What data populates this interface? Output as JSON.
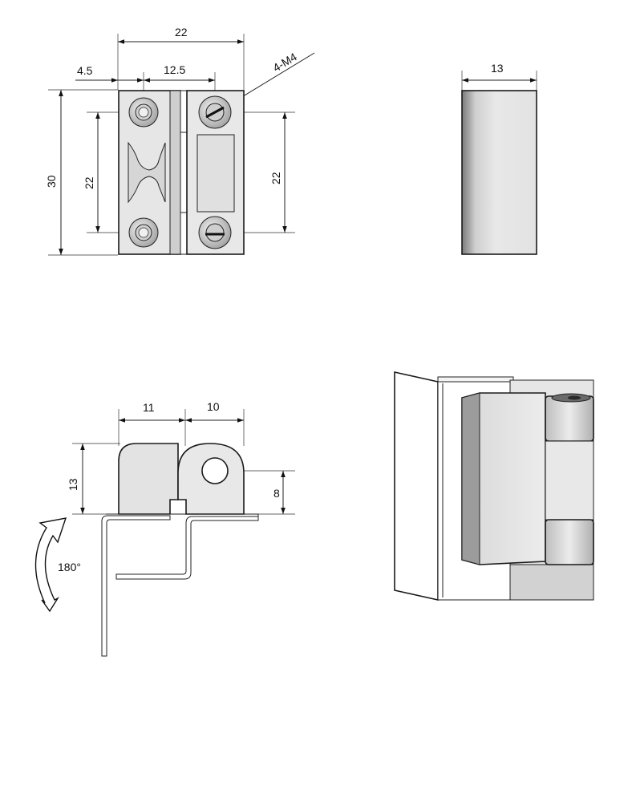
{
  "front_view": {
    "width_total": "22",
    "edge_offset": "4.5",
    "hole_spacing_h": "12.5",
    "thread_note": "4-M4",
    "height_total": "30",
    "hole_spacing_v_left": "22",
    "hole_spacing_v_right": "22"
  },
  "side_view": {
    "thickness": "13"
  },
  "section_view": {
    "leaf_left": "11",
    "leaf_right": "10",
    "height": "13",
    "pivot_height": "8",
    "rotation": "180°"
  },
  "colors": {
    "line": "#1a1a1a",
    "metal_light": "#e8e8e8",
    "metal_mid": "#c8c8c8",
    "metal_dark": "#8a8a8a"
  }
}
